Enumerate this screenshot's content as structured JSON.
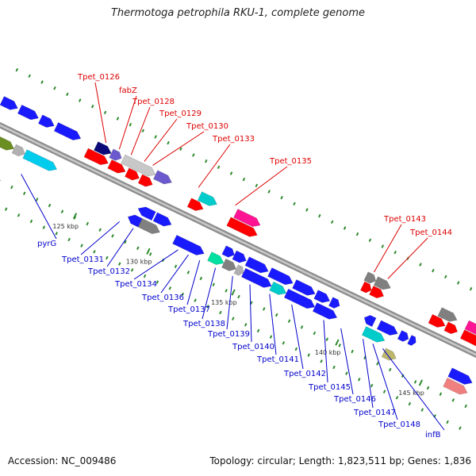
{
  "title": "Thermotoga petrophila RKU-1, complete genome",
  "footer": {
    "accession": "Accession: NC_009486",
    "summary": "Topology: circular; Length: 1,823,511 bp; Genes: 1,836"
  },
  "colors": {
    "backbone": "#8c8c8c",
    "tick": "#2e8b2e",
    "label_top": "#dd0000",
    "label_bottom": "#0000cc"
  },
  "ticks": [
    {
      "label": "125 kbp",
      "pos": 0.212
    },
    {
      "label": "130 kbp",
      "pos": 0.361
    },
    {
      "label": "135 kbp",
      "pos": 0.534
    },
    {
      "label": "140 kbp",
      "pos": 0.745
    },
    {
      "label": "145 kbp",
      "pos": 0.915
    }
  ],
  "top_labels": [
    {
      "name": "Tpet_0126",
      "pos": 0.205
    },
    {
      "name": "fabZ",
      "pos": 0.232
    },
    {
      "name": "Tpet_0128",
      "pos": 0.256
    },
    {
      "name": "Tpet_0129",
      "pos": 0.283
    },
    {
      "name": "Tpet_0130",
      "pos": 0.3
    },
    {
      "name": "Tpet_0133",
      "pos": 0.393
    },
    {
      "name": "Tpet_0135",
      "pos": 0.468
    },
    {
      "name": "Tpet_0143",
      "pos": 0.75
    },
    {
      "name": "Tpet_0144",
      "pos": 0.778
    }
  ],
  "bottom_labels": [
    {
      "name": "pyrG",
      "pos": 0.09
    },
    {
      "name": "Tpet_0131",
      "pos": 0.29
    },
    {
      "name": "Tpet_0132",
      "pos": 0.318
    },
    {
      "name": "Tpet_0134",
      "pos": 0.409
    },
    {
      "name": "Tpet_0136",
      "pos": 0.43
    },
    {
      "name": "Tpet_0137",
      "pos": 0.453
    },
    {
      "name": "Tpet_0138",
      "pos": 0.485
    },
    {
      "name": "Tpet_0139",
      "pos": 0.52
    },
    {
      "name": "Tpet_0140",
      "pos": 0.555
    },
    {
      "name": "Tpet_0141",
      "pos": 0.595
    },
    {
      "name": "Tpet_0142",
      "pos": 0.64
    },
    {
      "name": "Tpet_0145",
      "pos": 0.705
    },
    {
      "name": "Tpet_0146",
      "pos": 0.74
    },
    {
      "name": "Tpet_0147",
      "pos": 0.785
    },
    {
      "name": "Tpet_0148",
      "pos": 0.805
    },
    {
      "name": "infB",
      "pos": 0.825
    }
  ],
  "genes": [
    {
      "track": 1,
      "start": 0.0,
      "end": 0.032,
      "color": "#1a1aff",
      "dir": 1
    },
    {
      "track": 1,
      "start": 0.036,
      "end": 0.074,
      "color": "#1a1aff",
      "dir": 1
    },
    {
      "track": 1,
      "start": 0.078,
      "end": 0.106,
      "color": "#1a1aff",
      "dir": 1
    },
    {
      "track": 1,
      "start": 0.11,
      "end": 0.16,
      "color": "#1a1aff",
      "dir": 1
    },
    {
      "track": 1,
      "start": 0.191,
      "end": 0.222,
      "color": "#0a0a7a",
      "dir": 1
    },
    {
      "track": 1,
      "start": 0.222,
      "end": 0.243,
      "color": "#6a5acd",
      "dir": 1
    },
    {
      "track": 1,
      "start": 0.246,
      "end": 0.312,
      "color": "#c8c8c8",
      "dir": 1
    },
    {
      "track": 1,
      "start": 0.312,
      "end": 0.345,
      "color": "#6a5acd",
      "dir": 1
    },
    {
      "track": 2,
      "start": 0.02,
      "end": 0.058,
      "color": "#6b8e23",
      "dir": 1
    },
    {
      "track": 2,
      "start": 0.058,
      "end": 0.08,
      "color": "#b0b0b0",
      "dir": 1
    },
    {
      "track": 2,
      "start": 0.08,
      "end": 0.145,
      "color": "#00ccee",
      "dir": 1
    },
    {
      "track": 2,
      "start": 0.31,
      "end": 0.342,
      "color": "#1a1aff",
      "dir": -1
    },
    {
      "track": 2,
      "start": 0.345,
      "end": 0.378,
      "color": "#1a1aff",
      "dir": 1
    },
    {
      "track": 3,
      "start": 0.3,
      "end": 0.325,
      "color": "#1a1aff",
      "dir": -1
    },
    {
      "track": 3,
      "start": 0.325,
      "end": 0.365,
      "color": "#808080",
      "dir": 1
    },
    {
      "track": 3,
      "start": 0.395,
      "end": 0.455,
      "color": "#1a1aff",
      "dir": 1
    },
    {
      "track": 0,
      "start": 0.18,
      "end": 0.225,
      "color": "#ff0000",
      "dir": 1
    },
    {
      "track": 0,
      "start": 0.228,
      "end": 0.26,
      "color": "#ff0000",
      "dir": 1
    },
    {
      "track": 0,
      "start": 0.263,
      "end": 0.288,
      "color": "#ff0000",
      "dir": 1
    },
    {
      "track": 0,
      "start": 0.29,
      "end": 0.315,
      "color": "#ff0000",
      "dir": 1
    },
    {
      "track": 1,
      "start": 0.402,
      "end": 0.437,
      "color": "#00cccc",
      "dir": 1
    },
    {
      "track": 0,
      "start": 0.39,
      "end": 0.418,
      "color": "#ff0000",
      "dir": 1
    },
    {
      "track": 1,
      "start": 0.475,
      "end": 0.525,
      "color": "#ff1493",
      "dir": 1
    },
    {
      "track": 0,
      "start": 0.47,
      "end": 0.528,
      "color": "#ff0000",
      "dir": 1
    },
    {
      "track": 2,
      "start": 0.485,
      "end": 0.506,
      "color": "#1a1aff",
      "dir": 1
    },
    {
      "track": 2,
      "start": 0.506,
      "end": 0.53,
      "color": "#1a1aff",
      "dir": 1
    },
    {
      "track": 2,
      "start": 0.532,
      "end": 0.575,
      "color": "#1a1aff",
      "dir": 1
    },
    {
      "track": 2,
      "start": 0.578,
      "end": 0.625,
      "color": "#1a1aff",
      "dir": 1
    },
    {
      "track": 2,
      "start": 0.628,
      "end": 0.67,
      "color": "#1a1aff",
      "dir": 1
    },
    {
      "track": 2,
      "start": 0.672,
      "end": 0.7,
      "color": "#1a1aff",
      "dir": 1
    },
    {
      "track": 2,
      "start": 0.702,
      "end": 0.72,
      "color": "#1a1aff",
      "dir": 1
    },
    {
      "track": 3,
      "start": 0.466,
      "end": 0.495,
      "color": "#00e0a0",
      "dir": 1
    },
    {
      "track": 3,
      "start": 0.495,
      "end": 0.52,
      "color": "#808080",
      "dir": 1
    },
    {
      "track": 3,
      "start": 0.52,
      "end": 0.535,
      "color": "#b0b0b0",
      "dir": 1
    },
    {
      "track": 3,
      "start": 0.535,
      "end": 0.592,
      "color": "#1a1aff",
      "dir": 1
    },
    {
      "track": 3,
      "start": 0.592,
      "end": 0.622,
      "color": "#00cccc",
      "dir": 1
    },
    {
      "track": 3,
      "start": 0.622,
      "end": 0.68,
      "color": "#1a1aff",
      "dir": 1
    },
    {
      "track": 3,
      "start": 0.68,
      "end": 0.725,
      "color": "#1a1aff",
      "dir": 1
    },
    {
      "track": 1,
      "start": 0.74,
      "end": 0.76,
      "color": "#808080",
      "dir": 1
    },
    {
      "track": 1,
      "start": 0.76,
      "end": 0.79,
      "color": "#808080",
      "dir": 1
    },
    {
      "track": 0,
      "start": 0.742,
      "end": 0.76,
      "color": "#ff0000",
      "dir": 1
    },
    {
      "track": 0,
      "start": 0.76,
      "end": 0.785,
      "color": "#ff0000",
      "dir": 1
    },
    {
      "track": 2,
      "start": 0.77,
      "end": 0.79,
      "color": "#1a1aff",
      "dir": -1
    },
    {
      "track": 2,
      "start": 0.8,
      "end": 0.838,
      "color": "#1a1aff",
      "dir": 1
    },
    {
      "track": 2,
      "start": 0.842,
      "end": 0.86,
      "color": "#1a1aff",
      "dir": 1
    },
    {
      "track": 2,
      "start": 0.862,
      "end": 0.875,
      "color": "#1a1aff",
      "dir": 1
    },
    {
      "track": 3,
      "start": 0.78,
      "end": 0.822,
      "color": "#00cccc",
      "dir": 1
    },
    {
      "track": 4,
      "start": 0.83,
      "end": 0.855,
      "color": "#bdb76b",
      "dir": 1
    },
    {
      "track": 1,
      "start": 0.89,
      "end": 0.925,
      "color": "#808080",
      "dir": 1
    },
    {
      "track": 0,
      "start": 0.88,
      "end": 0.91,
      "color": "#ff0000",
      "dir": 1
    },
    {
      "track": 0,
      "start": 0.912,
      "end": 0.935,
      "color": "#ff0000",
      "dir": 1
    },
    {
      "track": 1,
      "start": 0.945,
      "end": 1.0,
      "color": "#ff1493",
      "dir": 1
    },
    {
      "track": 0,
      "start": 0.945,
      "end": 1.0,
      "color": "#ff0000",
      "dir": 1
    },
    {
      "track": 3,
      "start": 0.955,
      "end": 1.0,
      "color": "#1a1aff",
      "dir": 1
    },
    {
      "track": 4,
      "start": 0.955,
      "end": 1.0,
      "color": "#f08080",
      "dir": 1
    }
  ]
}
